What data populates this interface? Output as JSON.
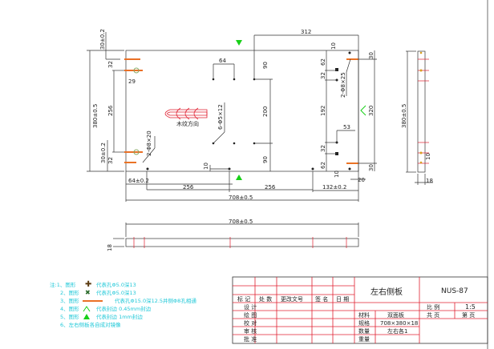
{
  "dimensions": {
    "width_top": "312",
    "t30a": "30±0.2",
    "h380": "380±0.5",
    "d32a": "32",
    "d29": "29",
    "d256v": "256",
    "t30b": "30±0.2",
    "d32b": "32",
    "d64": "64",
    "d90a": "90",
    "d200": "200",
    "d90b": "90",
    "holes6": "6-Φ5×12",
    "holes2a": "2-Φ8×20",
    "d10a": "10",
    "d64b": "64±0.2",
    "d256a": "256",
    "d256b": "256",
    "w708": "708±0.5",
    "d10b": "10",
    "d62a": "62",
    "d32c": "32",
    "holes2b": "2-Φ8×25",
    "d192": "192",
    "d53": "53",
    "d32d": "32",
    "d62b": "62",
    "d30c": "30",
    "d320": "320",
    "d30d": "30",
    "d10c": "10",
    "d20": "20",
    "d132": "132±0.2",
    "w708b": "708±0.5",
    "t18": "18",
    "side_h": "380±0.5",
    "side_10": "10",
    "side_18": "18",
    "grain": "木纹方向"
  },
  "notes": [
    "注:1、图形",
    "代表孔Φ5.0深13",
    "2、图形",
    "代表孔Φ5.0深13",
    "3、图形",
    "代表孔Φ15.0深12.5并侧Φ8孔相通",
    "4、图形",
    "代表封边 0.45mm封边",
    "5、图形",
    "代表封边 1mm封边",
    "6、左右侧板各自成对镜像"
  ],
  "title_block": {
    "title": "左右侧板",
    "code": "NUS-87",
    "h_mark": "标 记",
    "h_count": "处 数",
    "h_doc": "更改文号",
    "h_sign": "签 名",
    "h_date": "日 期",
    "design": "设 计",
    "draw": "绘 图",
    "check": "校 对",
    "review": "审 核",
    "approve": "批 准",
    "material_label": "材料",
    "material": "双面板",
    "spec_label": "规格",
    "spec": "708×380×18",
    "qty_label": "数量",
    "qty": "左右各1",
    "weight_label": "重量",
    "scale_label": "比 例",
    "scale": "1:5",
    "total_pages": "共 页",
    "page": "第 页"
  }
}
